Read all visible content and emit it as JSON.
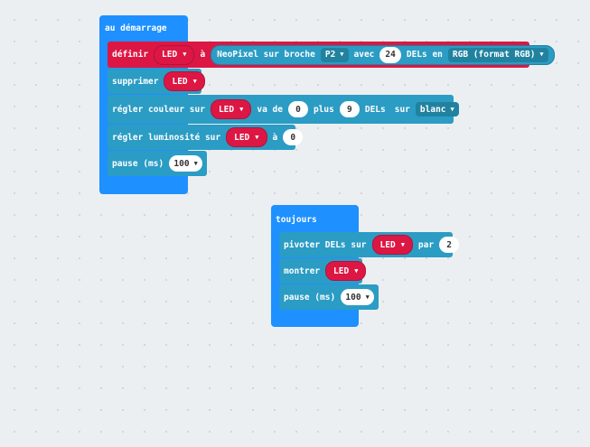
{
  "start_block": {
    "title": "au démarrage",
    "set_block": {
      "label": "définir",
      "variable": "LED",
      "to_label": "à",
      "neopixel": {
        "label": "NeoPixel sur broche",
        "pin": "P2",
        "with_label": "avec",
        "count": "24",
        "leds_label": "DELs en",
        "mode": "RGB (format RGB)"
      }
    },
    "clear_block": {
      "label": "supprimer",
      "variable": "LED"
    },
    "color_block": {
      "label": "régler couleur sur",
      "variable": "LED",
      "from_label": "va de",
      "from_value": "0",
      "plus_label": "plus",
      "plus_value": "9",
      "leds_label": "DELs",
      "on_label": "sur",
      "color": "blanc"
    },
    "brightness_block": {
      "label": "régler luminosité sur",
      "variable": "LED",
      "to_label": "à",
      "value": "0"
    },
    "pause_block": {
      "label": "pause (ms)",
      "value": "100"
    }
  },
  "forever_block": {
    "title": "toujours",
    "rotate_block": {
      "label": "pivoter DELs sur",
      "variable": "LED",
      "by_label": "par",
      "value": "2"
    },
    "show_block": {
      "label": "montrer",
      "variable": "LED"
    },
    "pause_block": {
      "label": "pause (ms)",
      "value": "100"
    }
  },
  "colors": {
    "event": "#1e90ff",
    "neopixel": "#2b9cc4",
    "variable": "#dc1744"
  },
  "icons": {
    "dropdown": "caret-down-icon"
  }
}
